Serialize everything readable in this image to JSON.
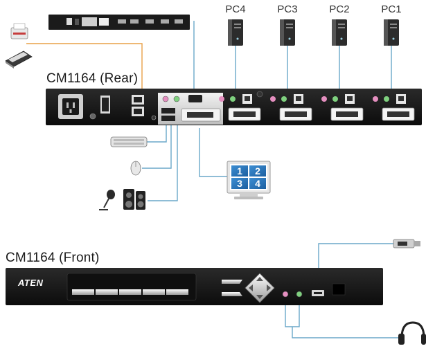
{
  "diagram": {
    "rear_title": "CM1164 (Rear)",
    "front_title": "CM1164 (Front)",
    "brand_logo": "ATEN",
    "pcs": [
      {
        "label": "PC4"
      },
      {
        "label": "PC3"
      },
      {
        "label": "PC2"
      },
      {
        "label": "PC1"
      }
    ],
    "monitor_quadrants": [
      "1",
      "2",
      "3",
      "4"
    ],
    "colors": {
      "connection_line": "#6aa7c9",
      "network_line": "#e8a046",
      "chassis": "#141414",
      "panel_silver": "#d6d6d6"
    }
  }
}
